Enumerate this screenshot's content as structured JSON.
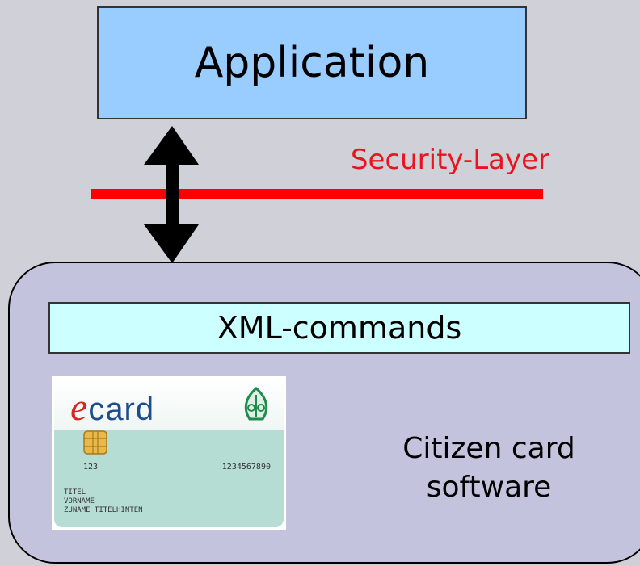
{
  "diagram": {
    "application_label": "Application",
    "security_layer_label": "Security-Layer",
    "xml_commands_label": "XML-commands",
    "citizen_card_software_line1": "Citizen card",
    "citizen_card_software_line2": "software"
  },
  "card": {
    "logo_e": "e",
    "logo_rest": "card",
    "short_number": "123",
    "long_number": "1234567890",
    "line1": "TITEL",
    "line2": "VORNAME",
    "line3": "ZUNAME TITELHINTEN"
  },
  "colors": {
    "application_fill": "#99ccff",
    "security_line": "#ff0000",
    "security_text": "#e8141e",
    "software_fill": "#c3c3dd",
    "xml_fill": "#ccffff",
    "background": "#d0d0d8"
  }
}
